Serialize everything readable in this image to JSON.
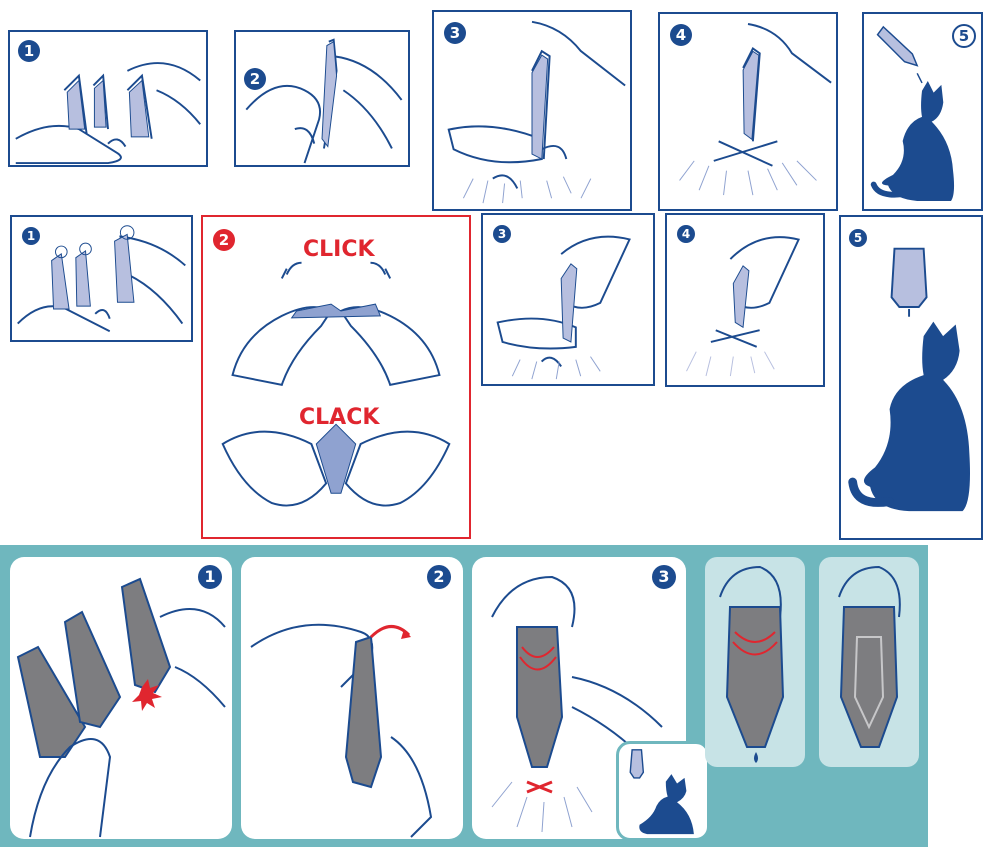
{
  "row1": {
    "steps": [
      "1",
      "2",
      "3",
      "4",
      "5"
    ]
  },
  "row2": {
    "steps": [
      "1",
      "2",
      "3",
      "4",
      "5"
    ],
    "click_word": "CLICK",
    "clack_word": "CLACK"
  },
  "row3": {
    "steps": [
      "1",
      "2",
      "3"
    ]
  },
  "colors": {
    "outline_blue": "#1c4b8f",
    "accent_red": "#e0262f",
    "teal_band": "#6fb7be",
    "pipette_gray": "#7d7d80",
    "cat_blue": "#1c4b8f"
  }
}
